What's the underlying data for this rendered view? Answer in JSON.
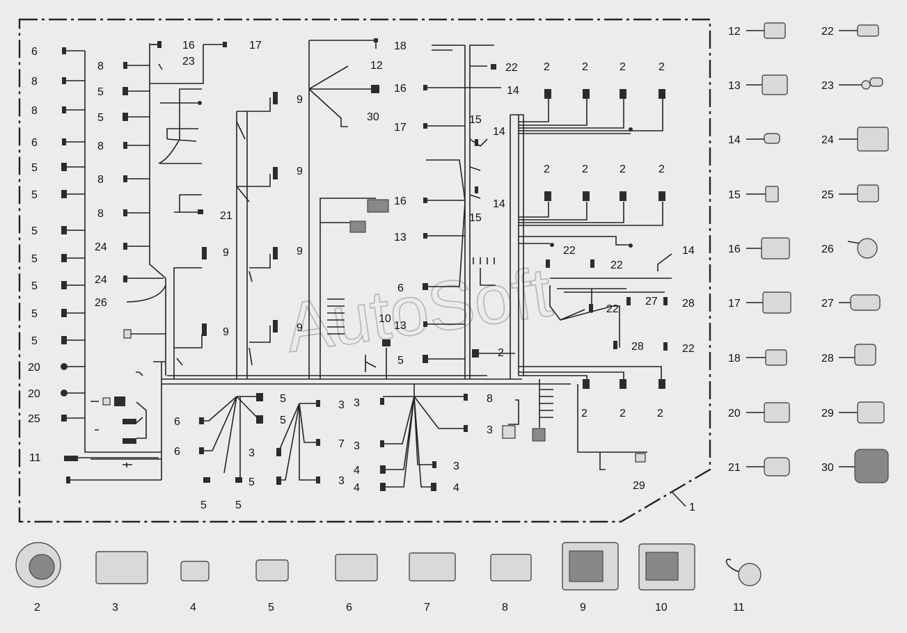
{
  "watermark": "AutoSoft",
  "assembly_callout": "1",
  "callouts": {
    "c6a": "6",
    "c8a": "8",
    "c8b": "8",
    "c6b": "6",
    "c5a": "5",
    "c5b": "5",
    "c5c": "5",
    "c5d": "5",
    "c5e": "5",
    "c5f": "5",
    "c5g": "5",
    "c20a": "20",
    "c20b": "20",
    "c25": "25",
    "c11": "11",
    "c16a": "16",
    "c17a": "17",
    "c23": "23",
    "c8c": "8",
    "c5h": "5",
    "c5i": "5",
    "c8d": "8",
    "c8e": "8",
    "c8f": "8",
    "c21": "21",
    "c24a": "24",
    "c24b": "24",
    "c26": "26",
    "c9a": "9",
    "c9b": "9",
    "c9c": "9",
    "c9d": "9",
    "c9e": "9",
    "c9f": "9",
    "c12": "12",
    "c30": "30",
    "c18": "18",
    "c22a": "22",
    "c16b": "16",
    "c14a": "14",
    "c17b": "17",
    "c15a": "15",
    "c14b": "14",
    "c14c": "14",
    "c15b": "15",
    "c16c": "16",
    "c13a": "13",
    "c6c": "6",
    "c13b": "13",
    "c10": "10",
    "c5j": "5",
    "c2a": "2",
    "c2r1": "2",
    "c2r2": "2",
    "c2r3": "2",
    "c2r4": "2",
    "c2s1": "2",
    "c2s2": "2",
    "c2s3": "2",
    "c2s4": "2",
    "c22b": "22",
    "c22c": "22",
    "c14d": "14",
    "c22d": "22",
    "c27": "27",
    "c28a": "28",
    "c28b": "28",
    "c22e": "22",
    "c2t1": "2",
    "c2t2": "2",
    "c2t3": "2",
    "c29": "29",
    "c5k": "5",
    "c5l": "5",
    "c6d": "6",
    "c6e": "6",
    "c5m": "5",
    "c5n": "5",
    "c3a": "3",
    "c7": "7",
    "c3b": "3",
    "c5o": "5",
    "c3c": "3",
    "c3d": "3",
    "c8g": "8",
    "c3e": "3",
    "c3f": "3",
    "c3g": "3",
    "c4a": "4",
    "c4b": "4",
    "c4c": "4"
  },
  "legend_right": [
    {
      "num": "12",
      "icon": "connector-2pin-icon"
    },
    {
      "num": "22",
      "icon": "connector-plug-icon"
    },
    {
      "num": "13",
      "icon": "connector-4pin-icon"
    },
    {
      "num": "23",
      "icon": "ring-terminal-icon"
    },
    {
      "num": "14",
      "icon": "bullet-terminal-icon"
    },
    {
      "num": "24",
      "icon": "connector-12pin-icon"
    },
    {
      "num": "15",
      "icon": "connector-1pin-icon"
    },
    {
      "num": "25",
      "icon": "connector-flat-icon"
    },
    {
      "num": "16",
      "icon": "connector-6pin-icon"
    },
    {
      "num": "26",
      "icon": "round-plug-icon"
    },
    {
      "num": "17",
      "icon": "connector-6pin-icon"
    },
    {
      "num": "27",
      "icon": "sleeve-connector-icon"
    },
    {
      "num": "18",
      "icon": "connector-2pin-icon"
    },
    {
      "num": "28",
      "icon": "sealed-connector-icon"
    },
    {
      "num": "20",
      "icon": "connector-4pin-icon"
    },
    {
      "num": "29",
      "icon": "sealed-connector-icon"
    },
    {
      "num": "21",
      "icon": "sealed-connector-icon"
    },
    {
      "num": "30",
      "icon": "large-sealed-connector-icon"
    }
  ],
  "legend_bottom": [
    {
      "num": "2",
      "icon": "round-multipin-connector-icon"
    },
    {
      "num": "3",
      "icon": "connector-18pin-icon"
    },
    {
      "num": "4",
      "icon": "connector-small-housing-icon"
    },
    {
      "num": "5",
      "icon": "connector-small-housing-icon"
    },
    {
      "num": "6",
      "icon": "connector-12pin-icon"
    },
    {
      "num": "7",
      "icon": "connector-18pin-icon"
    },
    {
      "num": "8",
      "icon": "connector-12pin-icon"
    },
    {
      "num": "9",
      "icon": "ecu-connector-icon"
    },
    {
      "num": "10",
      "icon": "ecu-connector-icon"
    },
    {
      "num": "11",
      "icon": "round-socket-icon"
    }
  ]
}
